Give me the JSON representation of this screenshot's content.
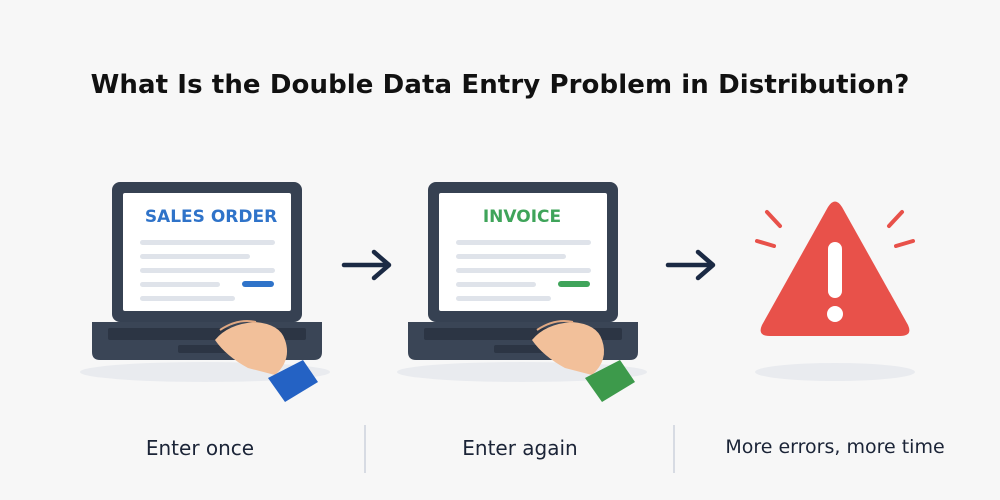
{
  "title": "What Is the Double Data Entry Problem in Distribution?",
  "steps": [
    {
      "screen_label": "SALES ORDER",
      "caption": "Enter once",
      "accent_color": "#2f73c9",
      "sleeve_color": "#2462c4"
    },
    {
      "screen_label": "INVOICE",
      "caption": "Enter again",
      "accent_color": "#3fa45a",
      "sleeve_color": "#3d9a4b"
    },
    {
      "caption": "More errors, more time",
      "warning_color": "#e8514a"
    }
  ],
  "colors": {
    "laptop_frame": "#364152",
    "laptop_base": "#3a4556",
    "screen_bg": "#ffffff",
    "line_gray": "#dfe3ea",
    "arrow": "#1b2a44",
    "skin": "#f2c09a"
  },
  "icons": [
    "laptop-icon",
    "hand-icon",
    "arrow-right-icon",
    "warning-triangle-icon",
    "exclamation-icon"
  ]
}
